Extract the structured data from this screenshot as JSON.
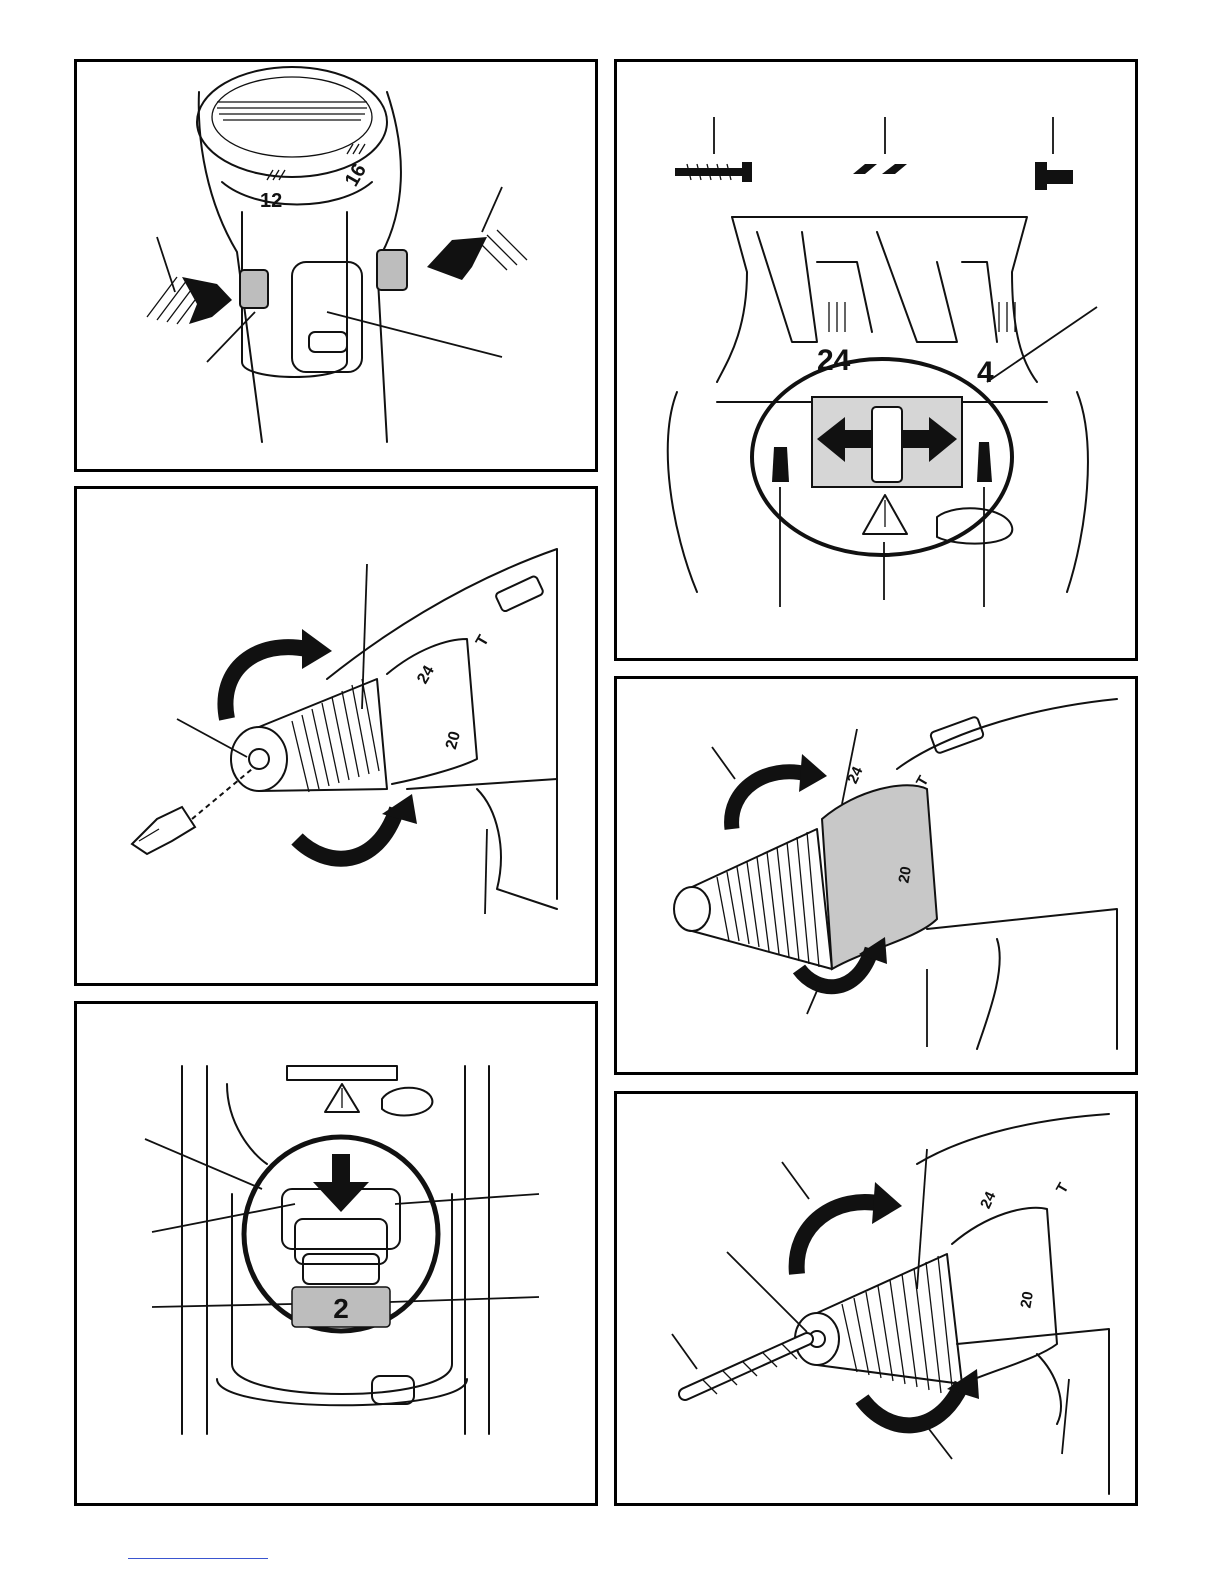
{
  "colors": {
    "line": "#111111",
    "fill_gray": "#bdbdbd",
    "footer_rule": "#3a55d0"
  },
  "panels": [
    {
      "id": "battery-release",
      "dial_labels": [
        "12",
        "16"
      ],
      "icons": [
        "arrow-right-icon",
        "arrow-left-icon"
      ]
    },
    {
      "id": "bit-insert",
      "dial_labels": [
        "24",
        "20",
        "T"
      ],
      "icons": [
        "rotate-arrow-icon",
        "screwdriver-bit-icon"
      ]
    },
    {
      "id": "direction-selector",
      "dial_labels": [
        "24",
        "4"
      ],
      "icons": [
        "screw-icon",
        "drill-bit-icon",
        "hammer-icon",
        "arrow-left-icon",
        "arrow-right-icon",
        "warning-screw-icon"
      ]
    },
    {
      "id": "clutch-ring",
      "dial_labels": [
        "24",
        "20",
        "T"
      ],
      "icons": [
        "rotate-arrow-icon"
      ]
    },
    {
      "id": "gear-selector",
      "dial_labels": [
        "2"
      ],
      "icons": [
        "arrow-down-icon",
        "warning-screw-icon"
      ]
    },
    {
      "id": "drill-bit-insert",
      "dial_labels": [
        "24",
        "20",
        "T"
      ],
      "icons": [
        "rotate-arrow-icon",
        "drill-bit-icon"
      ]
    }
  ]
}
